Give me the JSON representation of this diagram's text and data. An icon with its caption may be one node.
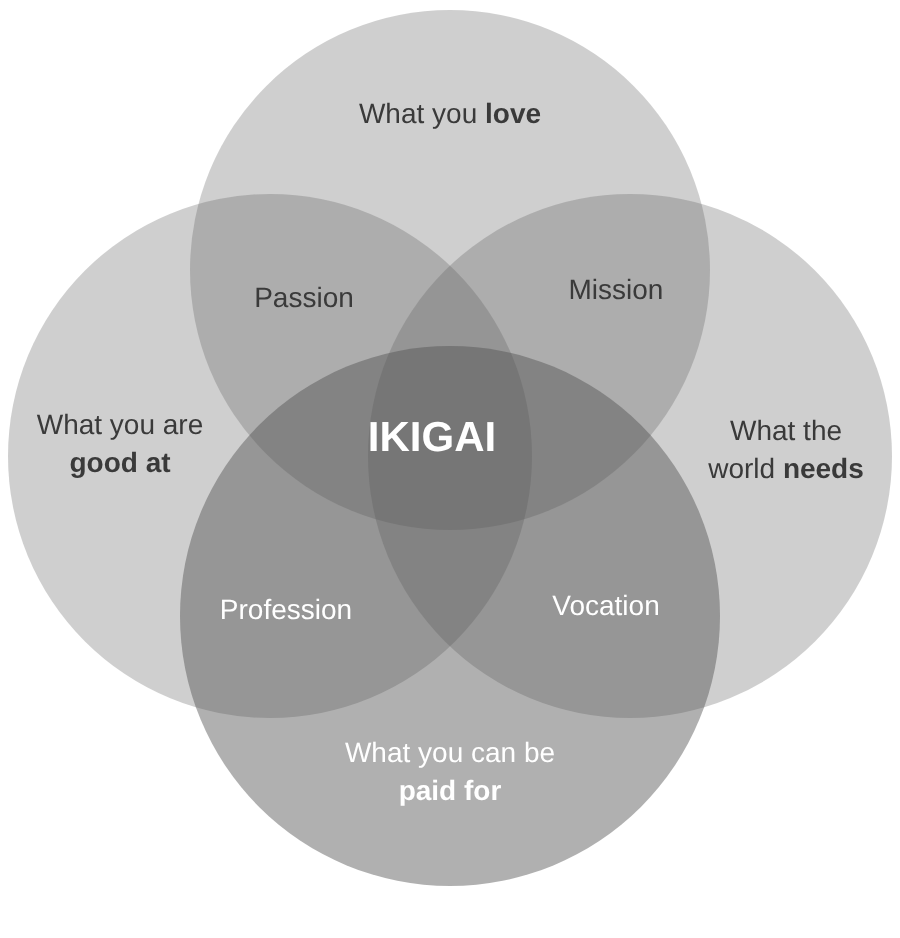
{
  "diagram": {
    "nodes": [
      {
        "text": [
          "What you **love**"
        ]
      },
      {
        "text": [
          "What you are **good at**"
        ]
      },
      {
        "text": [
          "What the world **needs**"
        ]
      },
      {
        "text": [
          "What you can be **paid for**"
        ]
      }
    ],
    "labels": [
      "Passion",
      "Mission",
      "IKIGAI",
      "Profession",
      "Vocation"
    ]
  }
}
